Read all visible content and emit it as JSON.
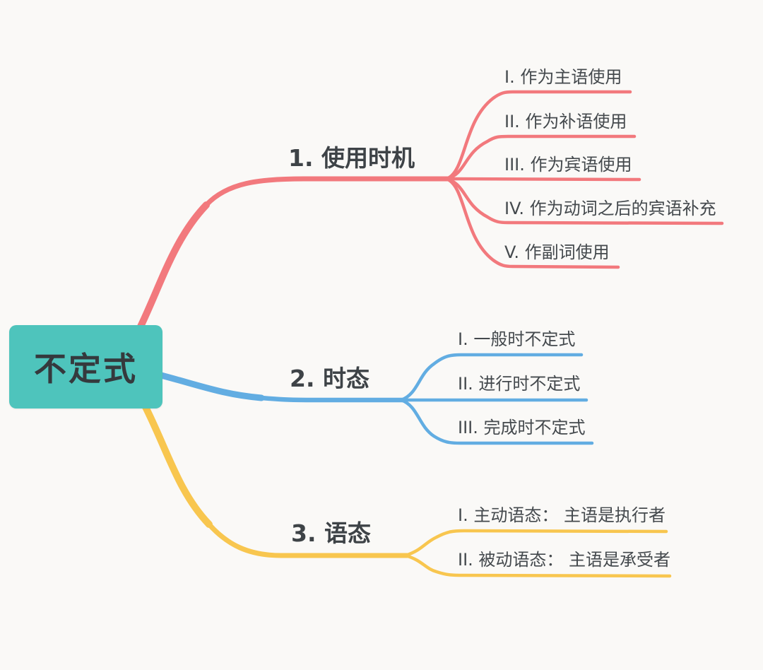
{
  "diagram": {
    "type": "mindmap",
    "background_color": "#FAF9F7",
    "text_color": "#3E4347"
  },
  "root": {
    "label": "不定式",
    "fill_color": "#4EC4BC",
    "text_color": "#35393D"
  },
  "branches": [
    {
      "label": "1. 使用时机",
      "color": "#F2797D",
      "children": [
        {
          "label": "I. 作为主语使用"
        },
        {
          "label": "II. 作为补语使用"
        },
        {
          "label": "III. 作为宾语使用"
        },
        {
          "label": "IV. 作为动词之后的宾语补充"
        },
        {
          "label": "V. 作副词使用"
        }
      ]
    },
    {
      "label": "2. 时态",
      "color": "#62ADE2",
      "children": [
        {
          "label": "I. 一般时不定式"
        },
        {
          "label": "II. 进行时不定式"
        },
        {
          "label": "III. 完成时不定式"
        }
      ]
    },
    {
      "label": "3. 语态",
      "color": "#F8C64F",
      "children": [
        {
          "label": "I. 主动语态： 主语是执行者"
        },
        {
          "label": "II. 被动语态： 主语是承受者"
        }
      ]
    }
  ]
}
